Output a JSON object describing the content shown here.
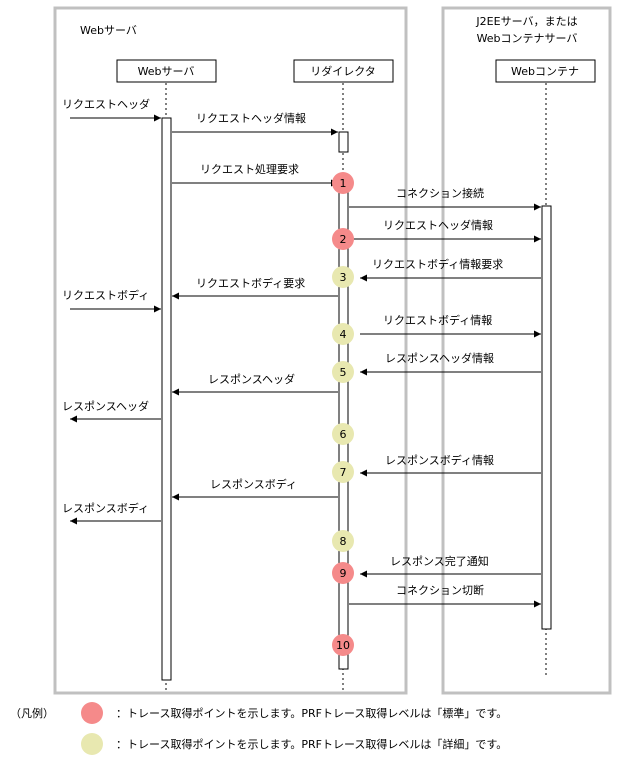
{
  "frames": {
    "web_server": "Webサーバ",
    "j2ee_line1": "J2EEサーバ，または",
    "j2ee_line2": "Webコンテナサーバ"
  },
  "lifelines": {
    "web_server": "Webサーバ",
    "redirector": "リダイレクタ",
    "web_container": "Webコンテナ"
  },
  "messages": {
    "request_header": "リクエストヘッダ",
    "request_header_info": "リクエストヘッダ情報",
    "request_processing_request": "リクエスト処理要求",
    "connection_connect": "コネクション接続",
    "request_header_info_2": "リクエストヘッダ情報",
    "request_body_info_request": "リクエストボディ情報要求",
    "request_body_request": "リクエストボディ要求",
    "request_body": "リクエストボディ",
    "request_body_info": "リクエストボディ情報",
    "response_header_info": "レスポンスヘッダ情報",
    "response_header_to_web": "レスポンスヘッダ",
    "response_header_out": "レスポンスヘッダ",
    "response_body_info": "レスポンスボディ情報",
    "response_body_to_web": "レスポンスボディ",
    "response_body_out": "レスポンスボディ",
    "response_complete": "レスポンス完了通知",
    "connection_disconnect": "コネクション切断"
  },
  "points": [
    {
      "label": "1",
      "level": "standard"
    },
    {
      "label": "2",
      "level": "standard"
    },
    {
      "label": "3",
      "level": "detail"
    },
    {
      "label": "4",
      "level": "detail"
    },
    {
      "label": "5",
      "level": "detail"
    },
    {
      "label": "6",
      "level": "detail"
    },
    {
      "label": "7",
      "level": "detail"
    },
    {
      "label": "8",
      "level": "detail"
    },
    {
      "label": "9",
      "level": "standard"
    },
    {
      "label": "10",
      "level": "standard"
    }
  ],
  "legend": {
    "title": "（凡例）",
    "standard": "：トレース取得ポイントを示します。PRFトレース取得レベルは「標準」です。",
    "detail": "：トレース取得ポイントを示します。PRFトレース取得レベルは「詳細」です。"
  },
  "colors": {
    "standard": "#f58a8a",
    "detail": "#e8e8b0",
    "frame": "#c0c0c0"
  }
}
